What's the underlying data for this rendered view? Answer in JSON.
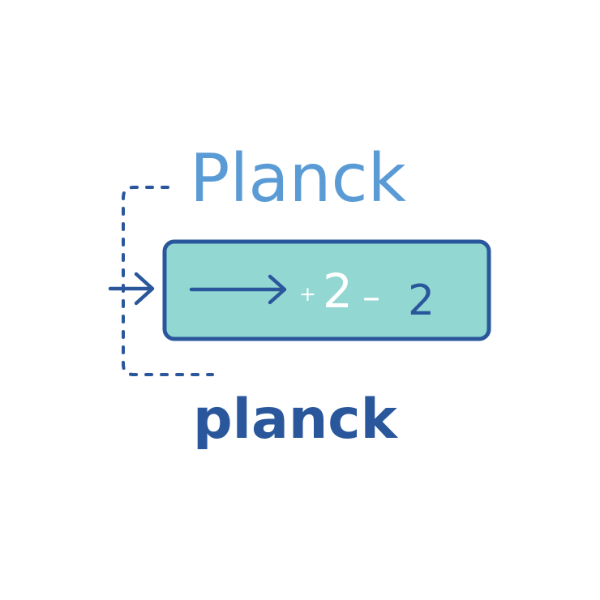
{
  "diagram": {
    "title": "Planck",
    "subtitle": "planck",
    "box": {
      "plus_sign": "+",
      "highlight_value": "2",
      "minus_sign": "–",
      "result_value": "2"
    }
  },
  "colors": {
    "light_blue": "#5b9bd5",
    "dark_blue": "#2a579c",
    "box_fill": "#92d7d2",
    "box_border": "#2a579c",
    "white": "#ffffff"
  },
  "icons": {
    "input_arrow": "right-arrow-icon",
    "box_arrow": "long-right-arrow-icon",
    "loop_connector": "dotted-bracket-line"
  }
}
